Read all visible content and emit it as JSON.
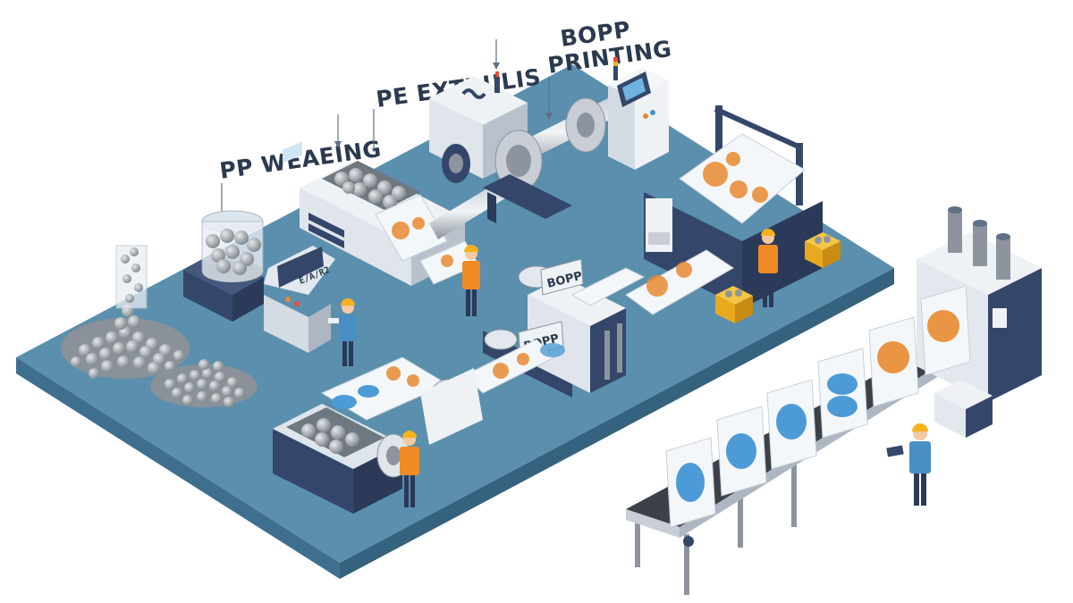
{
  "labels": {
    "pp_weaving": "PP WEAEING",
    "pe_extrusion": "PE EXTRULIS",
    "bopp_printing_line1": "BOPP",
    "bopp_printing_line2": "PRINTING"
  },
  "machine_plates": {
    "bopp_top": "BOPP",
    "bopp_bottom": "BOPP",
    "control_screen": "E/A/R2"
  },
  "colors": {
    "floor": "#5b8fae",
    "floor_side": "#3f6f8f",
    "machine_body": "#e3e8ee",
    "machine_dark": "#34476a",
    "accent_orange": "#e8892f",
    "worker_vest": "#f08a24",
    "worker_shirt": "#4a8fc4",
    "hard_hat": "#f5b21c",
    "conveyor_belt": "#3b4049",
    "fish_print": "#4d9bd6"
  }
}
